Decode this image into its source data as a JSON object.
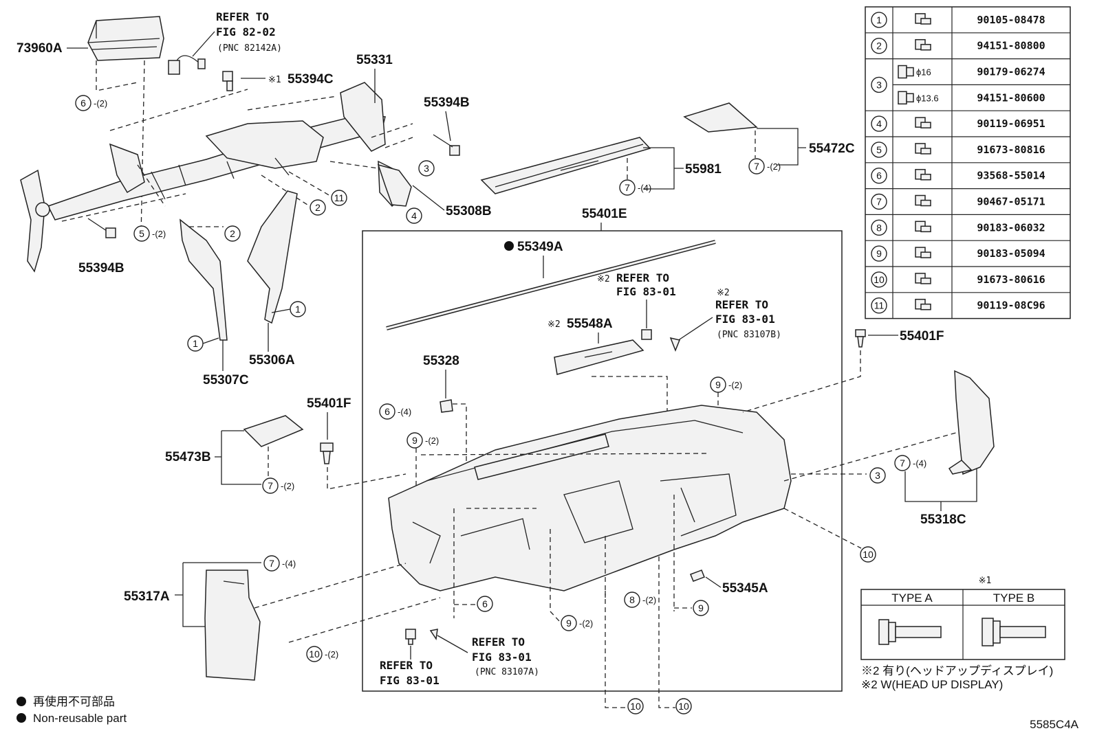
{
  "diagram_code": "5585C4A",
  "part_labels": {
    "p73960A": "73960A",
    "p55394C": "55394C",
    "p55331": "55331",
    "p55394B_r": "55394B",
    "p55394B_l": "55394B",
    "p55308B": "55308B",
    "p55981": "55981",
    "p55472C": "55472C",
    "p55401E": "55401E",
    "p55349A": "55349A",
    "p55548A": "55548A",
    "p55328": "55328",
    "p55401F_l": "55401F",
    "p55401F_r": "55401F",
    "p55473B": "55473B",
    "p55306A": "55306A",
    "p55307C": "55307C",
    "p55317A": "55317A",
    "p55318C": "55318C",
    "p55345A": "55345A"
  },
  "refer_notes": {
    "top_l1": "REFER TO",
    "top_l2": "FIG 82-02",
    "top_l3": "(PNC 82142A)",
    "mid_l1": "REFER TO",
    "mid_l2": "FIG 83-01",
    "mid_mark": "※2",
    "rt_mark": "※2",
    "rt_l1": "REFER TO",
    "rt_l2": "FIG 83-01",
    "rt_l3": "(PNC 83107B)",
    "bl_l1": "REFER TO",
    "bl_l2": "FIG 83-01",
    "br_l1": "REFER TO",
    "br_l2": "FIG 83-01",
    "br_l3": "(PNC 83107A)"
  },
  "marks": {
    "mark1": "※1",
    "mark2": "※2"
  },
  "callouts": {
    "c6_tl": "6",
    "q6_tl": "-(2)",
    "c3_a": "3",
    "c2_a": "2",
    "c11_a": "11",
    "c4_a": "4",
    "c5_a": "5",
    "q5_a": "-(2)",
    "c2_b": "2",
    "c1_a": "1",
    "c1_b": "1",
    "c7_981": "7",
    "q7_981": "-(4)",
    "c7_472": "7",
    "q7_472": "-(2)",
    "c9_top": "9",
    "q9_top": "-(2)",
    "c6_mid": "6",
    "q6_mid": "-(4)",
    "c9_mid": "9",
    "q9_mid": "-(2)",
    "c7_473": "7",
    "q7_473": "-(2)",
    "c3_b": "3",
    "c7_318": "7",
    "q7_318": "-(4)",
    "c10_r": "10",
    "c7_317": "7",
    "q7_317": "-(4)",
    "c6_lo": "6",
    "c8_lo": "8",
    "q8_lo": "-(2)",
    "c9_lo": "9",
    "c9_lo2": "9",
    "q9_lo2": "-(2)",
    "c10_bl": "10",
    "q10_bl": "-(2)",
    "c10_b1": "10",
    "c10_b2": "10"
  },
  "fastener_table": [
    {
      "no": "1",
      "size": "",
      "part": "90105-08478"
    },
    {
      "no": "2",
      "size": "",
      "part": "94151-80800"
    },
    {
      "no": "3",
      "size": "ϕ16",
      "part": "90179-06274"
    },
    {
      "no": "",
      "size": "ϕ13.6",
      "part": "94151-80600"
    },
    {
      "no": "4",
      "size": "",
      "part": "90119-06951"
    },
    {
      "no": "5",
      "size": "",
      "part": "91673-80816"
    },
    {
      "no": "6",
      "size": "",
      "part": "93568-55014"
    },
    {
      "no": "7",
      "size": "",
      "part": "90467-05171"
    },
    {
      "no": "8",
      "size": "",
      "part": "90183-06032"
    },
    {
      "no": "9",
      "size": "",
      "part": "90183-05094"
    },
    {
      "no": "10",
      "size": "",
      "part": "91673-80616"
    },
    {
      "no": "11",
      "size": "",
      "part": "90119-08C96"
    }
  ],
  "type_table": {
    "mark": "※1",
    "type_a": "TYPE A",
    "type_b": "TYPE B"
  },
  "notes": {
    "jp": "※2 有り(ヘッドアップディスプレイ)",
    "en": "※2 W(HEAD UP DISPLAY)"
  },
  "legend": {
    "jp": "再使用不可部品",
    "en": "Non-reusable part"
  }
}
